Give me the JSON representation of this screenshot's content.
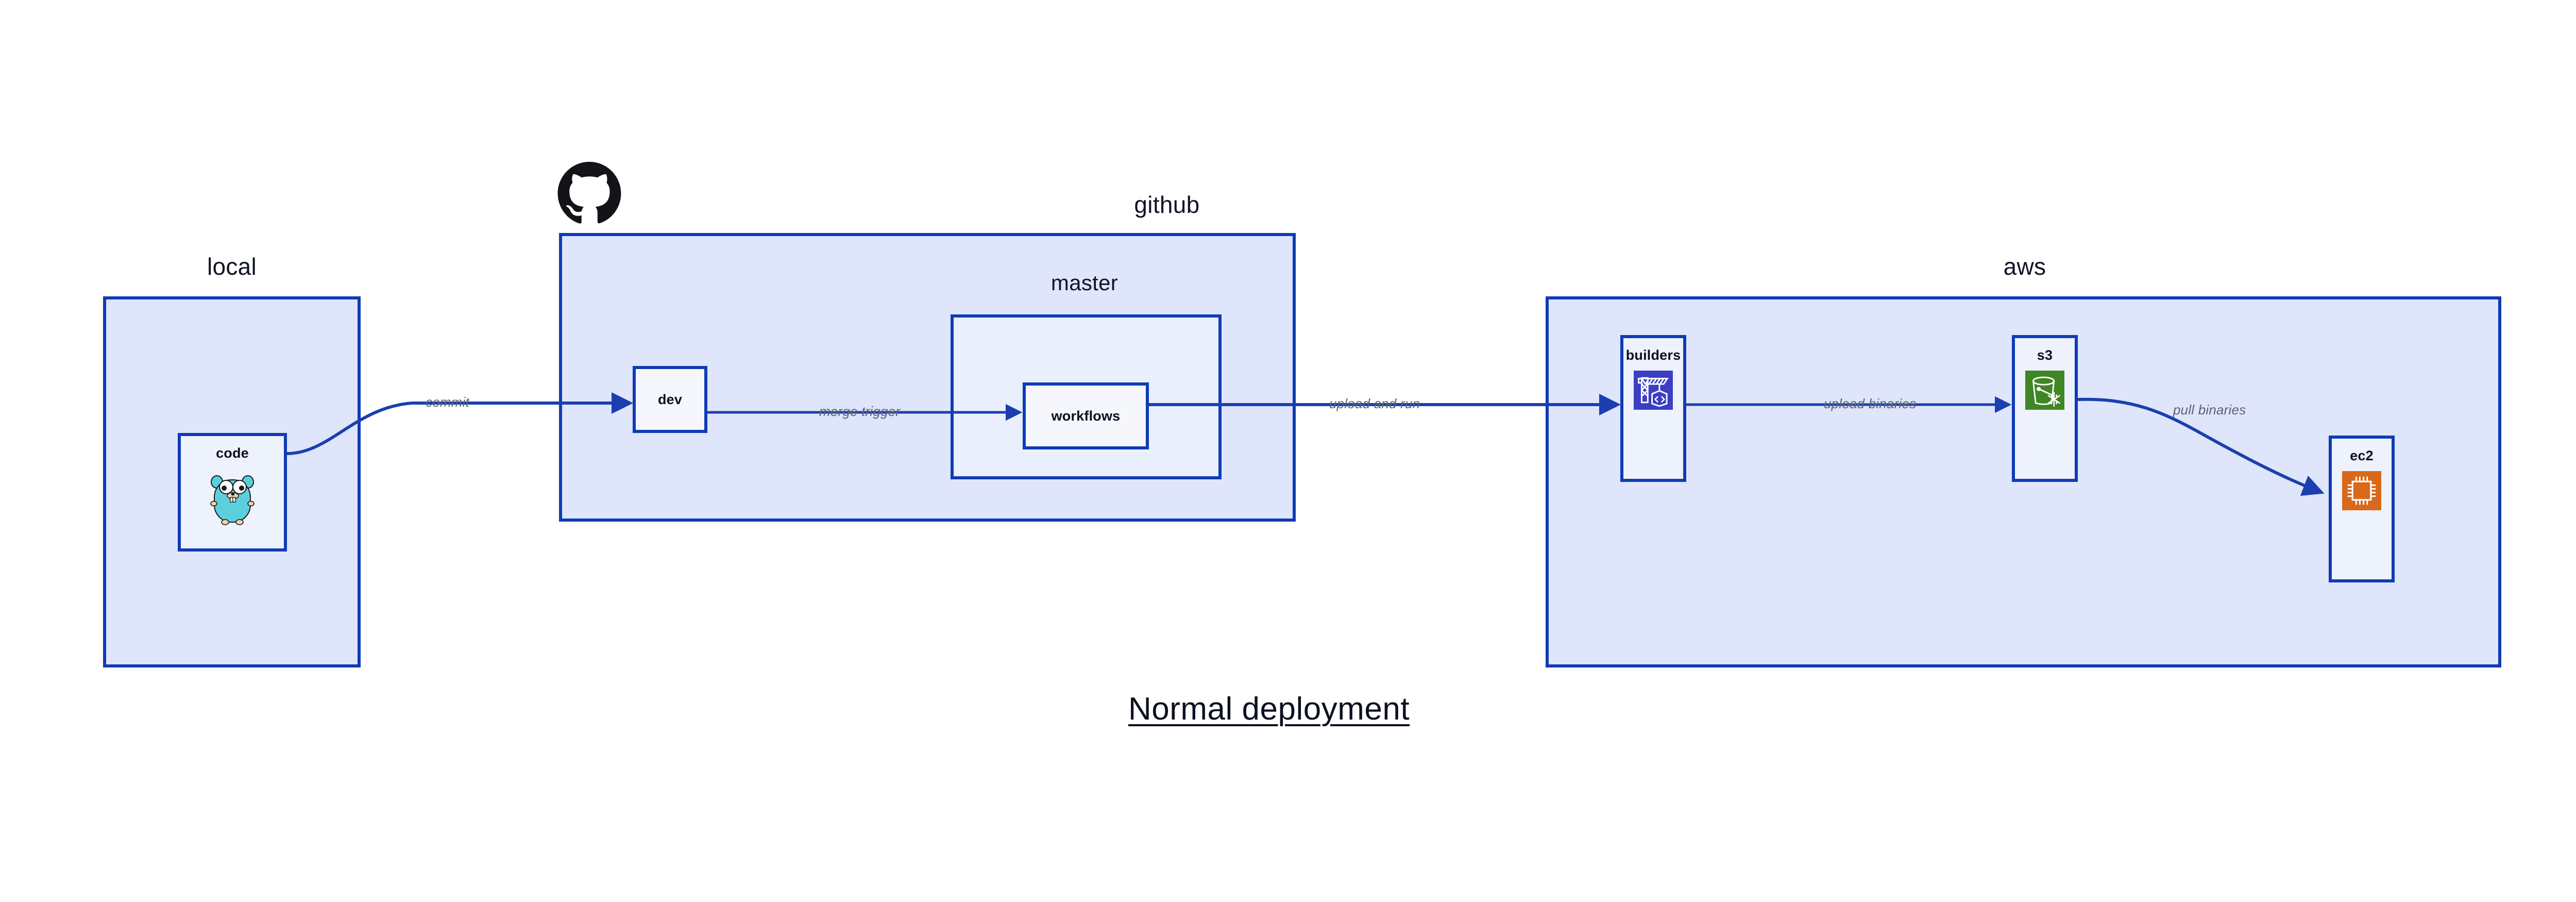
{
  "diagram": {
    "title": "Normal deployment",
    "colors": {
      "group_border": "#0f3bb5",
      "group_fill": "#dfe5fa",
      "group_inner_fill": "#e9effc",
      "node_fill": "#eef2fd",
      "node_plain_fill": "#f5f7fd",
      "edge_stroke": "#1b3fae",
      "edge_label_text": "#5d6472",
      "label_text": "#101424",
      "builders_icon": "#3b3fc4",
      "s3_icon": "#3f8624",
      "ec2_icon": "#d9691a",
      "gopher_body": "#5ccfdd",
      "github_logo": "#131418"
    }
  },
  "groups": [
    {
      "id": "local",
      "label": "local"
    },
    {
      "id": "github",
      "label": "github"
    },
    {
      "id": "master",
      "label": "master"
    },
    {
      "id": "aws",
      "label": "aws"
    }
  ],
  "nodes": [
    {
      "id": "code",
      "label": "code",
      "icon": "go-gopher-icon"
    },
    {
      "id": "dev",
      "label": "dev",
      "icon": "none"
    },
    {
      "id": "workflows",
      "label": "workflows",
      "icon": "none"
    },
    {
      "id": "builders",
      "label": "builders",
      "icon": "aws-codebuild-crane-icon"
    },
    {
      "id": "s3",
      "label": "s3",
      "icon": "aws-s3-glacier-bucket-icon"
    },
    {
      "id": "ec2",
      "label": "ec2",
      "icon": "aws-ec2-chip-icon"
    }
  ],
  "edges": [
    {
      "id": "commit",
      "label": "commit",
      "from": "code",
      "to": "dev"
    },
    {
      "id": "merge-trigger",
      "label": "merge trigger",
      "from": "dev",
      "to": "workflows"
    },
    {
      "id": "upload-and-run",
      "label": "upload and run",
      "from": "workflows",
      "to": "builders"
    },
    {
      "id": "upload-binaries",
      "label": "upload binaries",
      "from": "builders",
      "to": "s3"
    },
    {
      "id": "pull-binaries",
      "label": "pull binaries",
      "from": "s3",
      "to": "ec2"
    }
  ],
  "logos": [
    {
      "id": "github-octocat",
      "name": "github-octocat-logo"
    }
  ]
}
